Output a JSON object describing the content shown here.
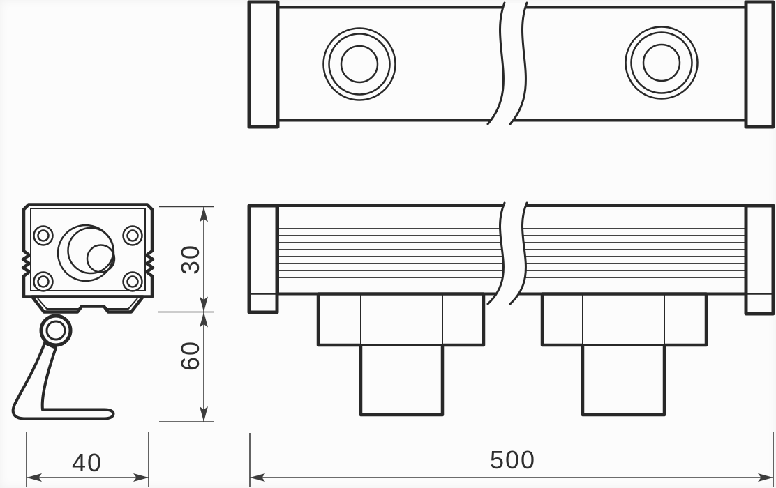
{
  "colors": {
    "line": "#282828",
    "dimension": "#3d3d3d",
    "paper": "#fcfcfc"
  },
  "dimensions": {
    "height_upper_mm": "30",
    "height_lower_mm": "60",
    "width_mm": "40",
    "length_mm": "500"
  }
}
